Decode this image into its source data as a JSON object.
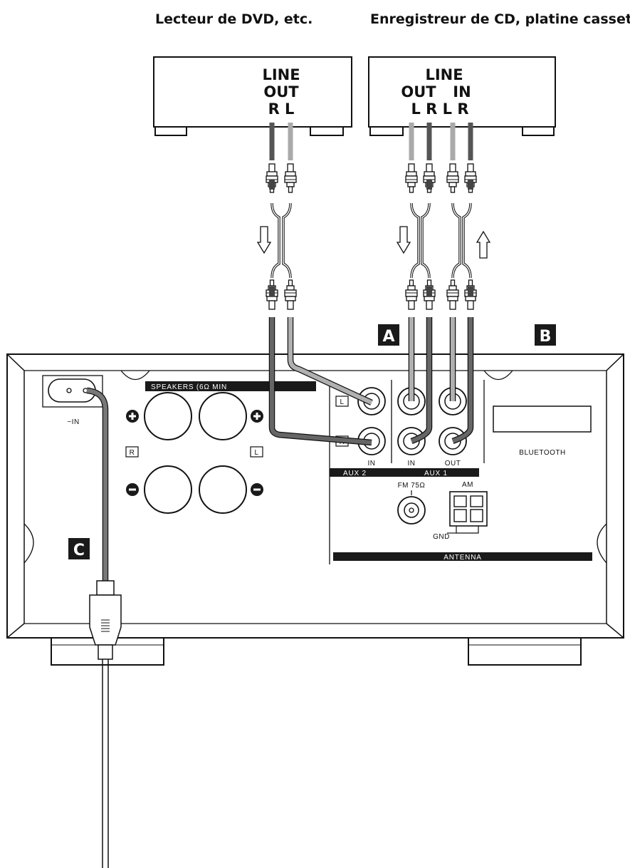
{
  "titles": {
    "left_device": "Lecteur de DVD, etc.",
    "right_device": "Enregistreur de CD, platine casset"
  },
  "left_device": {
    "line": "LINE",
    "out": "OUT",
    "channels": "R L"
  },
  "right_device": {
    "line": "LINE",
    "out": "OUT",
    "in": "IN",
    "channels": "L R L R"
  },
  "callouts": {
    "a": "A",
    "b": "B",
    "c": "C"
  },
  "panel": {
    "speakers_header": "SPEAKERS  (6Ω  MIN",
    "speaker_r": "R",
    "speaker_l": "L",
    "power_in": "~IN",
    "aux2_l": "L",
    "aux2_r": "R",
    "aux2_in": "IN",
    "aux2_bar": "AUX 2",
    "aux1_in": "IN",
    "aux1_out": "OUT",
    "aux1_bar": "AUX 1",
    "fm": "FM 75Ω",
    "am": "AM",
    "gnd": "GND",
    "antenna_bar": "ANTENNA",
    "bluetooth": "BLUETOOTH"
  }
}
